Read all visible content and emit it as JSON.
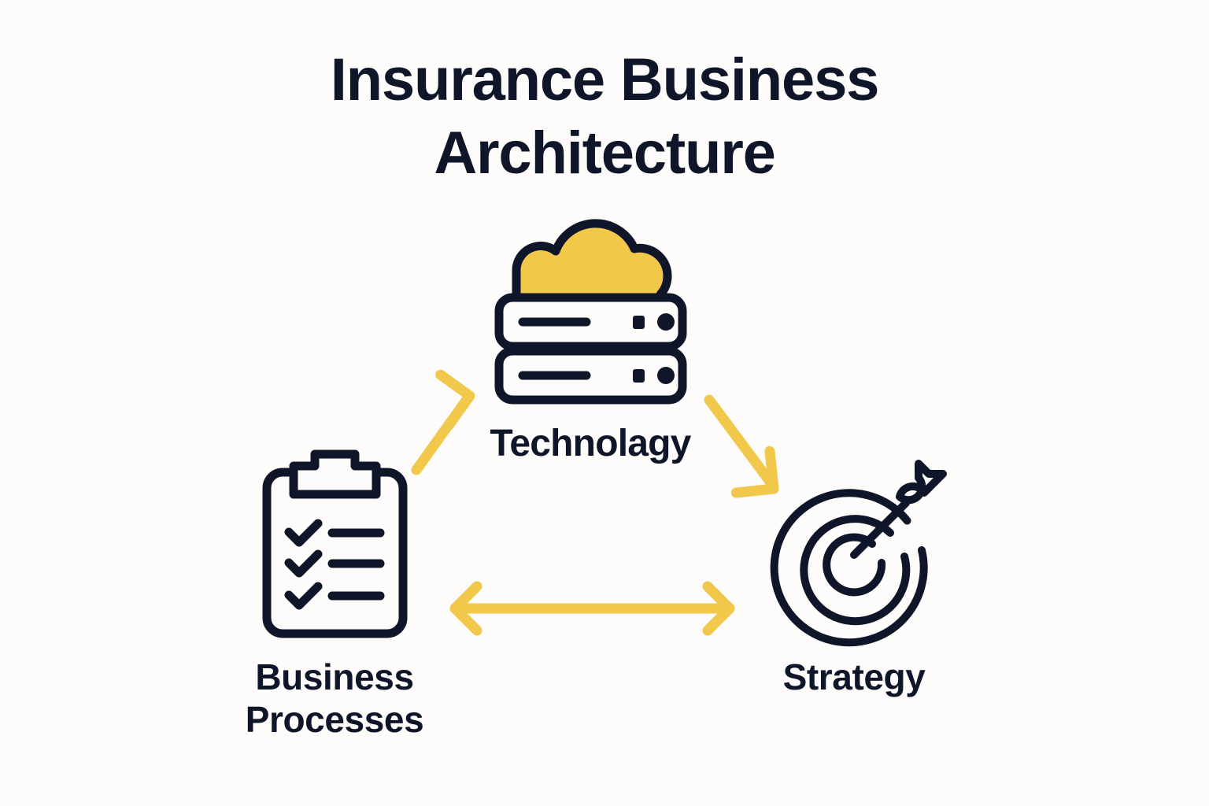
{
  "page": {
    "background_color": "#FDFCFA",
    "ink_color": "#10162A",
    "accent_color": "#F2C84B"
  },
  "title": {
    "full": "Insurance Business Architecture",
    "line1": "Insurance Business",
    "line2": "Architecture"
  },
  "nodes": {
    "technology": {
      "label": "Technolagy",
      "icon": "cloud-server-icon"
    },
    "business_processes": {
      "label": "Business Processes",
      "label_line1": "Business",
      "label_line2": "Processes",
      "icon": "clipboard-checklist-icon"
    },
    "strategy": {
      "label": "Strategy",
      "icon": "target-arrow-icon"
    }
  },
  "connectors": [
    {
      "name": "business-processes-to-technology",
      "from": "business_processes",
      "to": "technology",
      "direction": "one-way",
      "color": "#F2C84B"
    },
    {
      "name": "technology-to-strategy",
      "from": "technology",
      "to": "strategy",
      "direction": "one-way",
      "color": "#F2C84B"
    },
    {
      "name": "business-processes-to-strategy",
      "from": "business_processes",
      "to": "strategy",
      "direction": "two-way",
      "color": "#F2C84B"
    }
  ]
}
